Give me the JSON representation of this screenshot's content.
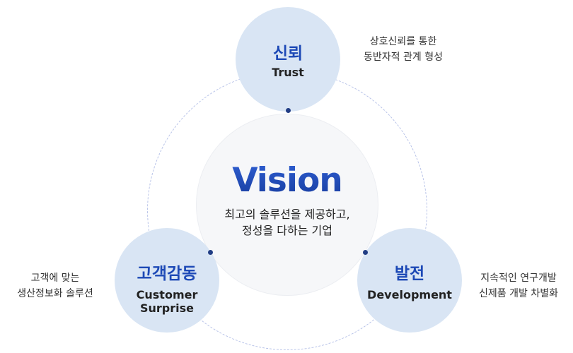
{
  "center": {
    "title": "Vision",
    "desc_line1": "최고의 솔루션을 제공하고,",
    "desc_line2": "정성을 다하는 기업"
  },
  "nodes": {
    "trust": {
      "ko": "신뢰",
      "en": "Trust",
      "desc_line1": "상호신뢰를 통한",
      "desc_line2": "동반자적 관계 형성"
    },
    "customer": {
      "ko": "고객감동",
      "en_line1": "Customer",
      "en_line2": "Surprise",
      "desc_line1": "고객에 맞는",
      "desc_line2": "생산정보화 솔루션"
    },
    "development": {
      "ko": "발전",
      "en": "Development",
      "desc_line1": "지속적인 연구개발",
      "desc_line2": "신제품 개발 차별화"
    }
  },
  "colors": {
    "accent": "#1d49b6",
    "node_fill": "#d9e5f4",
    "center_fill": "#f6f7f9",
    "dot": "#213d84",
    "orbit": "#b7c2e8"
  }
}
